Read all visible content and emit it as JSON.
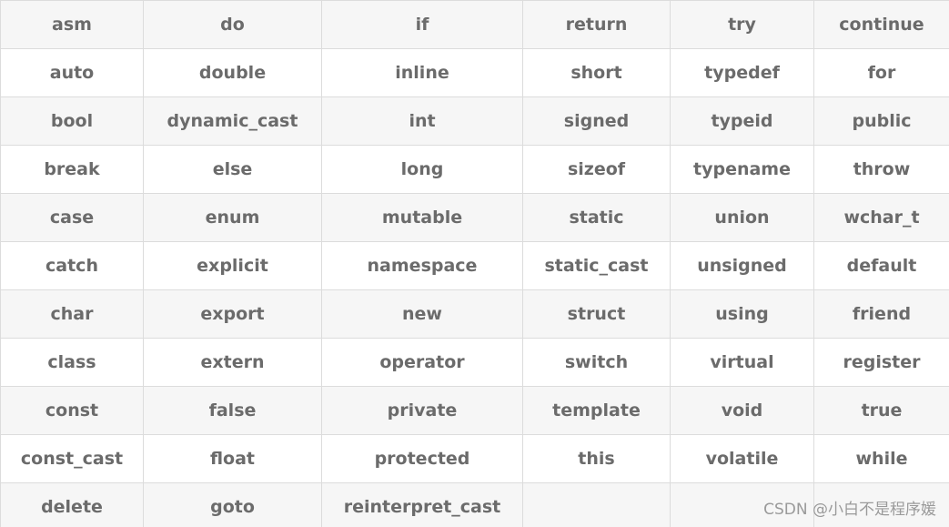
{
  "table": {
    "rows": [
      [
        "asm",
        "do",
        "if",
        "return",
        "try",
        "continue"
      ],
      [
        "auto",
        "double",
        "inline",
        "short",
        "typedef",
        "for"
      ],
      [
        "bool",
        "dynamic_cast",
        "int",
        "signed",
        "typeid",
        "public"
      ],
      [
        "break",
        "else",
        "long",
        "sizeof",
        "typename",
        "throw"
      ],
      [
        "case",
        "enum",
        "mutable",
        "static",
        "union",
        "wchar_t"
      ],
      [
        "catch",
        "explicit",
        "namespace",
        "static_cast",
        "unsigned",
        "default"
      ],
      [
        "char",
        "export",
        "new",
        "struct",
        "using",
        "friend"
      ],
      [
        "class",
        "extern",
        "operator",
        "switch",
        "virtual",
        "register"
      ],
      [
        "const",
        "false",
        "private",
        "template",
        "void",
        "true"
      ],
      [
        "const_cast",
        "float",
        "protected",
        "this",
        "volatile",
        "while"
      ],
      [
        "delete",
        "goto",
        "reinterpret_cast",
        "",
        "",
        ""
      ]
    ]
  },
  "watermark": "CSDN @小白不是程序媛",
  "colors": {
    "text": "#6b6b6b",
    "border": "#dcdcdc",
    "stripe": "#f6f6f6",
    "background": "#ffffff",
    "watermark": "#9a9a9a"
  }
}
